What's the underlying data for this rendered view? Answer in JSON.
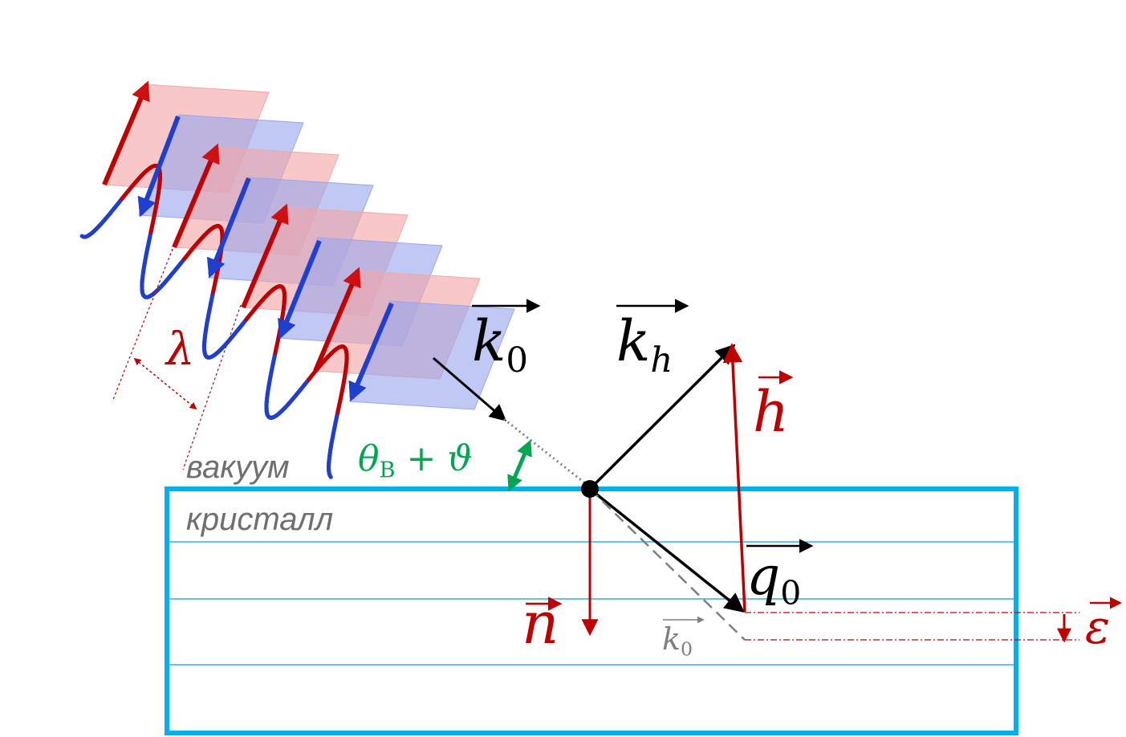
{
  "labels": {
    "vacuum": "вакуум",
    "crystal": "кристалл",
    "lambda": "λ",
    "angle": {
      "theta": "θ",
      "theta_sub": "B",
      "plus": " + ",
      "vartheta": "ϑ"
    },
    "k0": {
      "symbol": "k",
      "sub": "0"
    },
    "kh": {
      "symbol": "k",
      "sub": "h"
    },
    "h": {
      "symbol": "h"
    },
    "q0": {
      "symbol": "q",
      "sub": "0"
    },
    "n": {
      "symbol": "n"
    },
    "k0_small": {
      "symbol": "k",
      "sub": "0"
    },
    "epsilon": {
      "symbol": "ε"
    }
  },
  "colors": {
    "red": "#c00000",
    "blue": "#1f3fcf",
    "black": "#000000",
    "gray": "#7f7f7f",
    "green": "#00a651",
    "crystal_border": "#00b0f0",
    "crystal_lines": "#00a0e0",
    "plane_red": "#f4a6a6",
    "plane_blue": "#9aa6ee"
  }
}
